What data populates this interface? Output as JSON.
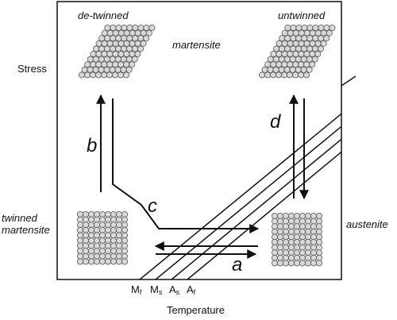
{
  "axes": {
    "y_label": "Stress",
    "x_label": "Temperature"
  },
  "phases": {
    "detwinned": "de-twinned",
    "untwinned": "untwinned",
    "martensite": "martensite",
    "twinned_line1": "twinned",
    "twinned_line2": "martensite",
    "austenite": "austenite"
  },
  "paths": {
    "a": "a",
    "b": "b",
    "c": "c",
    "d": "d"
  },
  "temperatures": [
    {
      "main": "M",
      "sub": "f"
    },
    {
      "main": "M",
      "sub": "s"
    },
    {
      "main": "A",
      "sub": "s"
    },
    {
      "main": "A",
      "sub": "f"
    }
  ],
  "colors": {
    "line": "#111111",
    "atom_fill": "#d9d9d9",
    "atom_stroke": "#555555"
  }
}
